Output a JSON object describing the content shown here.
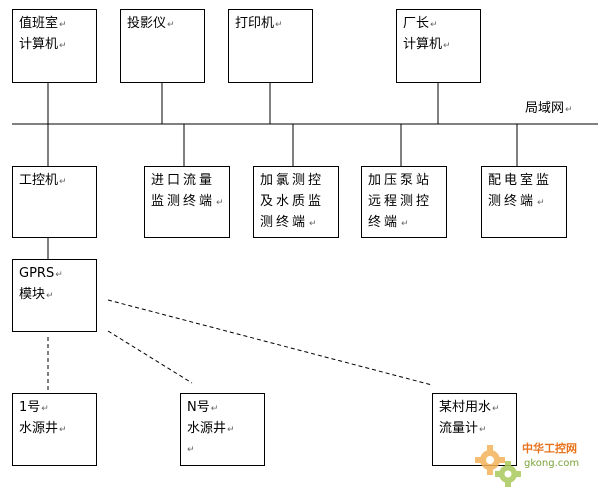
{
  "network_label": "局域网",
  "boxes": {
    "duty_pc": [
      "值班室",
      "计算机"
    ],
    "projector": [
      "投影仪"
    ],
    "printer": [
      "打印机"
    ],
    "director_pc": [
      "厂长",
      "计算机"
    ],
    "ipc": [
      "工控机"
    ],
    "inlet_flow": [
      "进口流量",
      "监测终端"
    ],
    "chlorine": [
      "加氯测控",
      "及水质监",
      "测终端"
    ],
    "pump_station": [
      "加压泵站",
      "远程测控",
      "终端"
    ],
    "power_room": [
      "配电室监",
      "测终端"
    ],
    "gprs": [
      "GPRS",
      "模块"
    ],
    "well1": [
      "1号",
      "水源井"
    ],
    "wellN": [
      "N号",
      "水源井"
    ],
    "village_meter": [
      "某村用水",
      "流量计"
    ]
  },
  "watermark": {
    "line1": "中华工控网",
    "line2": "gkong.com",
    "colors": {
      "orange": "#e8731c",
      "green": "#7aa33a"
    }
  }
}
